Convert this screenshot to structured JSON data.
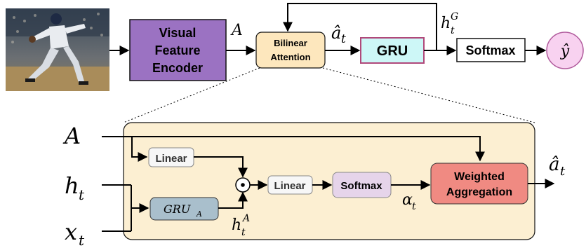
{
  "top_row": {
    "image_alt": "baseball pitcher photo",
    "encoder": {
      "line1": "Visual",
      "line2": "Feature",
      "line3": "Encoder"
    },
    "input_label": "A",
    "attention": {
      "line1": "Bilinear",
      "line2": "Attention"
    },
    "attn_out_label": "â",
    "attn_out_sub": "t",
    "gru": "GRU",
    "hidden_label": "h",
    "hidden_sub": "t",
    "hidden_sup": "G",
    "softmax": "Softmax",
    "output_label": "ŷ"
  },
  "detail": {
    "input_a": "A",
    "input_h": "h",
    "input_h_sub": "t",
    "input_x": "x",
    "input_x_sub": "t",
    "linear_top": "Linear",
    "gru_a": "GRU",
    "gru_a_sub": "A",
    "odot": "⊙",
    "h_attn": "h",
    "h_attn_sub": "t",
    "h_attn_sup": "A",
    "linear_mid": "Linear",
    "softmax": "Softmax",
    "alpha": "α",
    "alpha_sub": "t",
    "weighted_line1": "Weighted",
    "weighted_line2": "Aggregation",
    "out_label": "â",
    "out_sub": "t"
  },
  "colors": {
    "encoder": "#9b72c2",
    "attention": "#fde7bd",
    "gru": "#cdf7f7",
    "gru_border": "#b0487a",
    "detail_bg": "#fcefd2",
    "gru_a": "#a9bfcc",
    "softmax_small": "#e6d4ea",
    "weighted": "#f08a82",
    "output_circle": "#f8d2f0",
    "output_border": "#b05a9c"
  }
}
